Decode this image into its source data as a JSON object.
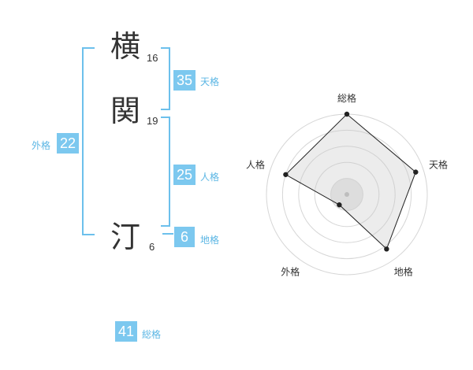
{
  "characters": [
    {
      "char": "横",
      "strokes": "16"
    },
    {
      "char": "関",
      "strokes": "19"
    },
    {
      "char": "汀",
      "strokes": "6"
    }
  ],
  "fortunes": {
    "tenkaku": {
      "value": "35",
      "label": "天格"
    },
    "jinkaku": {
      "value": "25",
      "label": "人格"
    },
    "chikaku": {
      "value": "6",
      "label": "地格"
    },
    "gaikaku": {
      "value": "22",
      "label": "外格"
    },
    "soukaku": {
      "value": "41",
      "label": "総格"
    }
  },
  "colors": {
    "accent": "#7cc8ef",
    "label": "#5bb6e4",
    "ink": "#333333"
  },
  "chart_data": {
    "type": "radar",
    "axes": [
      "総格",
      "天格",
      "地格",
      "外格",
      "人格"
    ],
    "values": [
      5,
      4.5,
      4.2,
      0.8,
      4
    ],
    "rmax": 5,
    "rings": 5
  }
}
